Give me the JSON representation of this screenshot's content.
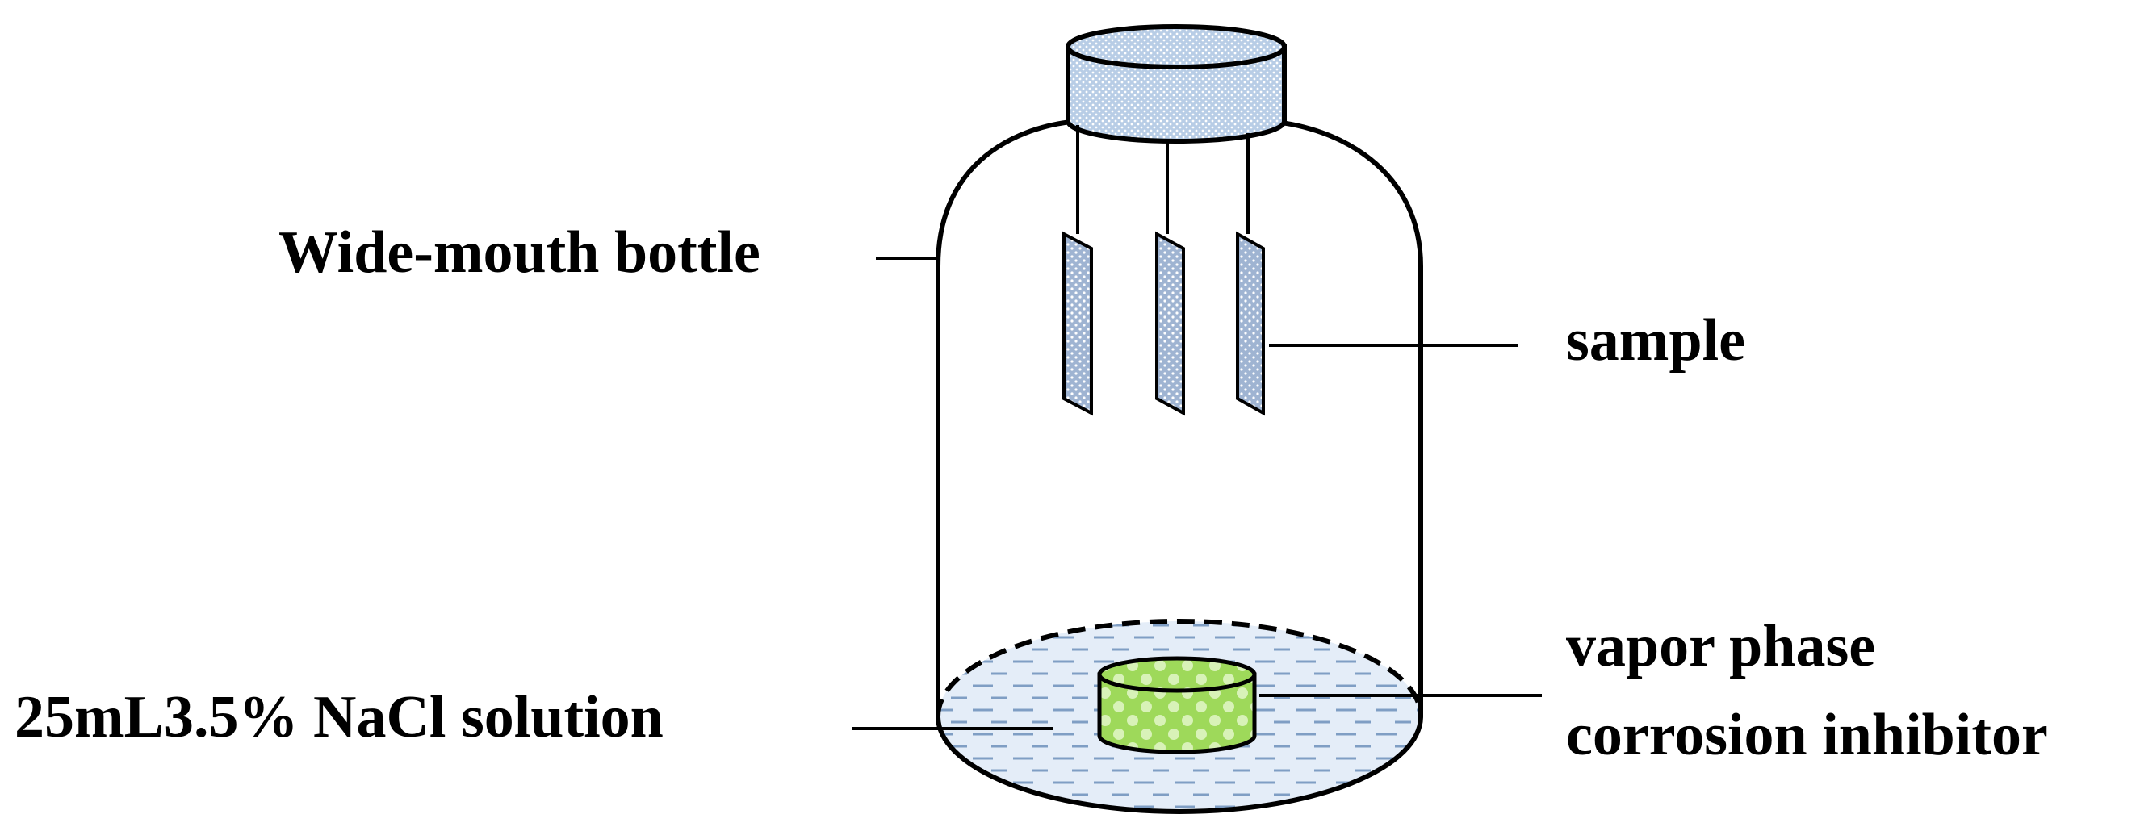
{
  "labels": {
    "bottle": "Wide-mouth bottle",
    "sample": "sample",
    "solution": "25mL3.5% NaCl solution",
    "inhibitor_line1": "vapor phase",
    "inhibitor_line2": "corrosion inhibitor"
  },
  "colors": {
    "outline": "#000000",
    "cap_fill": "#b8cde6",
    "sample_fill": "#9fb4d2",
    "liquid_fill": "#e4edf8",
    "liquid_dash": "#7f9ec4",
    "inhibitor_fill": "#9ed95a",
    "inhibitor_dot": "#d8f2b8"
  }
}
